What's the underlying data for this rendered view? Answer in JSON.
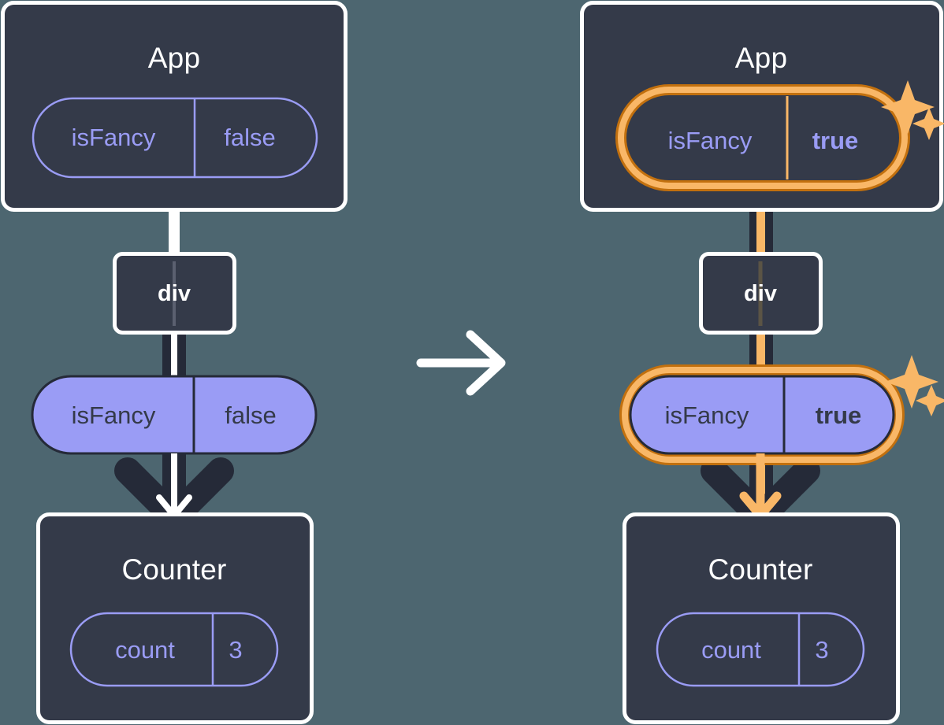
{
  "diagram": {
    "type": "react-component-tree-state-change",
    "background_color": "#4d6670",
    "panels": [
      {
        "id": "before",
        "highlighted": false,
        "app": {
          "title": "App",
          "box_color": "#343a49",
          "border_color": "#ffffff",
          "state_pill": {
            "name": "isFancy",
            "value": "false",
            "style": "outline",
            "text_color": "#9a9cf5",
            "bold_value": false,
            "highlighted": false
          }
        },
        "div": {
          "title": "div"
        },
        "prop_pill": {
          "name": "isFancy",
          "value": "false",
          "style": "filled",
          "fill_color": "#9a9cf5",
          "text_color": "#343a49",
          "bold_value": false,
          "highlighted": false
        },
        "counter": {
          "title": "Counter",
          "state_pill": {
            "name": "count",
            "value": "3",
            "style": "outline",
            "text_color": "#9a9cf5",
            "bold_value": false,
            "highlighted": false
          }
        },
        "arrow_color": "#ffffff",
        "sparkles": false
      },
      {
        "id": "after",
        "highlighted": true,
        "app": {
          "title": "App",
          "box_color": "#343a49",
          "border_color": "#ffffff",
          "state_pill": {
            "name": "isFancy",
            "value": "true",
            "style": "outline",
            "text_color": "#9a9cf5",
            "bold_value": true,
            "highlighted": true
          }
        },
        "div": {
          "title": "div"
        },
        "prop_pill": {
          "name": "isFancy",
          "value": "true",
          "style": "filled",
          "fill_color": "#9a9cf5",
          "text_color": "#343a49",
          "bold_value": true,
          "highlighted": true
        },
        "counter": {
          "title": "Counter",
          "state_pill": {
            "name": "count",
            "value": "3",
            "style": "outline",
            "text_color": "#9a9cf5",
            "bold_value": false,
            "highlighted": false
          }
        },
        "arrow_color": "#f9b767",
        "sparkles": true
      }
    ],
    "transition_arrow": {
      "direction": "right",
      "color": "#ffffff"
    },
    "colors": {
      "background": "#4d6670",
      "box_fill": "#343a49",
      "box_border": "#ffffff",
      "purple": "#9a9cf5",
      "dark_text": "#343a49",
      "highlight_inner": "#f9b767",
      "highlight_outer": "#c2700e",
      "connector_dark": "#252a38"
    }
  }
}
